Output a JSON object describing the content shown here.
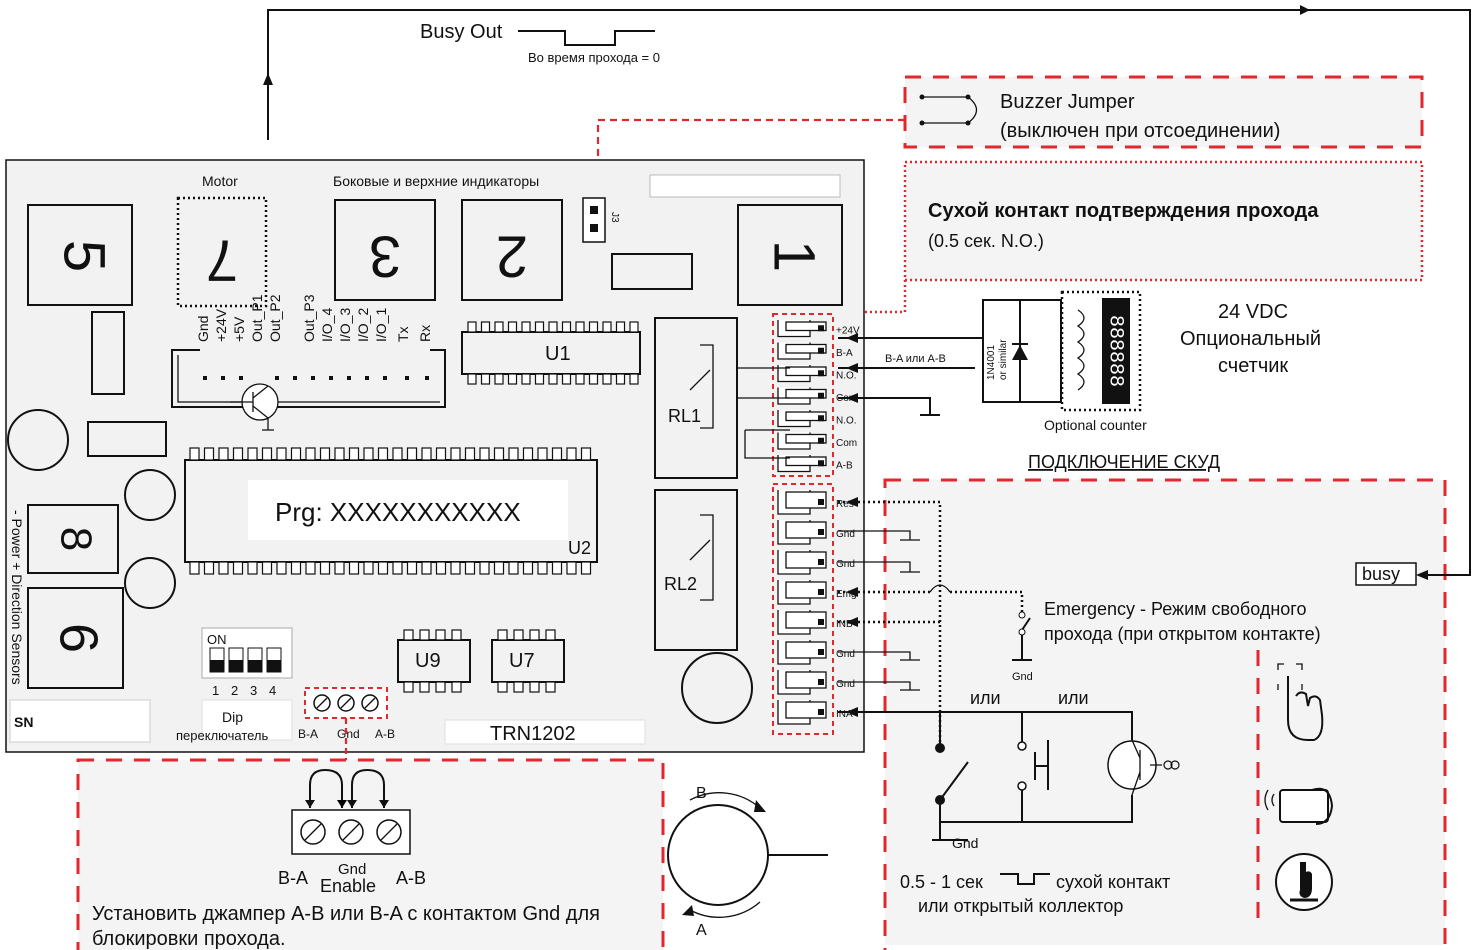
{
  "busy_out": {
    "label": "Busy Out",
    "note": "Во время прохода = 0"
  },
  "buzzer": {
    "title": "Buzzer Jumper",
    "note": "(выключен при отсоединении)"
  },
  "dry_contact": {
    "title": "Сухой контакт подтверждения прохода",
    "note": "(0.5 сек. N.O.)"
  },
  "board": {
    "motor": "Motor",
    "indicators": "Боковые и верхние индикаторы",
    "j3": "J3",
    "conn_nums": [
      "5",
      "7",
      "3",
      "2",
      "1",
      "8",
      "6"
    ],
    "pins": [
      "Gnd",
      "+24V",
      "+5V",
      "Out_P1",
      "Out_P2",
      "Out_P3",
      "I/O_4",
      "I/O_3",
      "I/O_2",
      "I/O_1",
      "Tx",
      "Rx"
    ],
    "u1": "U1",
    "u2": "U2",
    "u9": "U9",
    "u7": "U7",
    "prg": "Prg: XXXXXXXXXXX",
    "rl1": "RL1",
    "rl2": "RL2",
    "side_label": "- Power +   Direction Sensors",
    "sn": "SN",
    "dip_on": "ON",
    "dip_nums": [
      "1",
      "2",
      "3",
      "4"
    ],
    "dip_label1": "Dip",
    "dip_label2": "переключатель",
    "jp_labels": [
      "B-A",
      "Gnd",
      "A-B"
    ],
    "model": "TRN1202"
  },
  "terminals_top": [
    "+24V",
    "B-A",
    "N.O.",
    "Com",
    "N.O.",
    "Com",
    "A-B"
  ],
  "terminals_bottom": [
    "Res",
    "Gnd",
    "Gnd",
    "Emg",
    "INB",
    "Gnd",
    "Gnd",
    "INA"
  ],
  "counter": {
    "vdc": "24 VDC",
    "line1": "Опциональный",
    "line2": "счетчик",
    "diode": "1N4001",
    "diode2": "or similar",
    "label": "Optional counter",
    "wire": "B-A или A-B"
  },
  "skud": "ПОДКЛЮЧЕНИЕ СКУД",
  "busy": "busy",
  "emergency": {
    "line1": "Emergency - Режим свободного",
    "line2": "прохода (при открытом контакте)",
    "gnd": "Gnd"
  },
  "ili": [
    "или",
    "или"
  ],
  "gnd2": "Gnd",
  "pulse": {
    "left": "0.5 - 1 сек",
    "right": "сухой контакт",
    "line2": "или открытый коллектор"
  },
  "jumper_box": {
    "labels": [
      "B-A",
      "Gnd",
      "A-B"
    ],
    "enable": "Enable",
    "text1": "Установить джампер A-B или B-A с контактом Gnd для",
    "text2": "блокировки прохода."
  },
  "direction": {
    "b": "B",
    "a": "A"
  }
}
